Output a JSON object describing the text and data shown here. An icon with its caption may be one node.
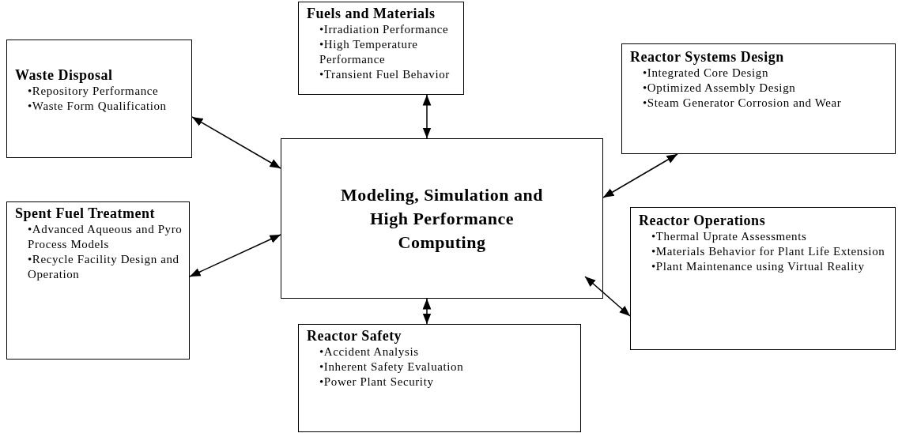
{
  "diagram": {
    "nodes": [
      {
        "text": [
          "Fuels and Materials",
          "•Irradiation Performance",
          "•High Temperature Performance",
          "•Transient Fuel Behavior"
        ]
      },
      {
        "text": [
          "Waste Disposal",
          "•Repository Performance",
          "•Waste Form Qualification"
        ]
      },
      {
        "text": [
          "Reactor Systems Design",
          "•Integrated Core Design",
          "•Optimized Assembly Design",
          "•Steam Generator Corrosion and Wear"
        ]
      },
      {
        "text": [
          "Modeling, Simulation and High Performance Computing"
        ]
      },
      {
        "text": [
          "Spent Fuel Treatment",
          "•Advanced Aqueous and Pyro Process Models",
          "•Recycle Facility Design and Operation"
        ]
      },
      {
        "text": [
          "Reactor Operations",
          "•Thermal Uprate Assessments",
          "•Materials Behavior for Plant Life Extension",
          "•Plant Maintenance using Virtual Reality"
        ]
      },
      {
        "text": [
          "Reactor Safety",
          "•Accident Analysis",
          "•Inherent Safety Evaluation",
          "•Power Plant Security"
        ]
      }
    ],
    "edges": [
      {
        "from": 3,
        "to": 0,
        "arrow": "both"
      },
      {
        "from": 3,
        "to": 1,
        "arrow": "both"
      },
      {
        "from": 3,
        "to": 2,
        "arrow": "both"
      },
      {
        "from": 3,
        "to": 4,
        "arrow": "both"
      },
      {
        "from": 3,
        "to": 6,
        "arrow": "both"
      },
      {
        "from": 3,
        "to": 5,
        "arrow": "both"
      }
    ]
  }
}
